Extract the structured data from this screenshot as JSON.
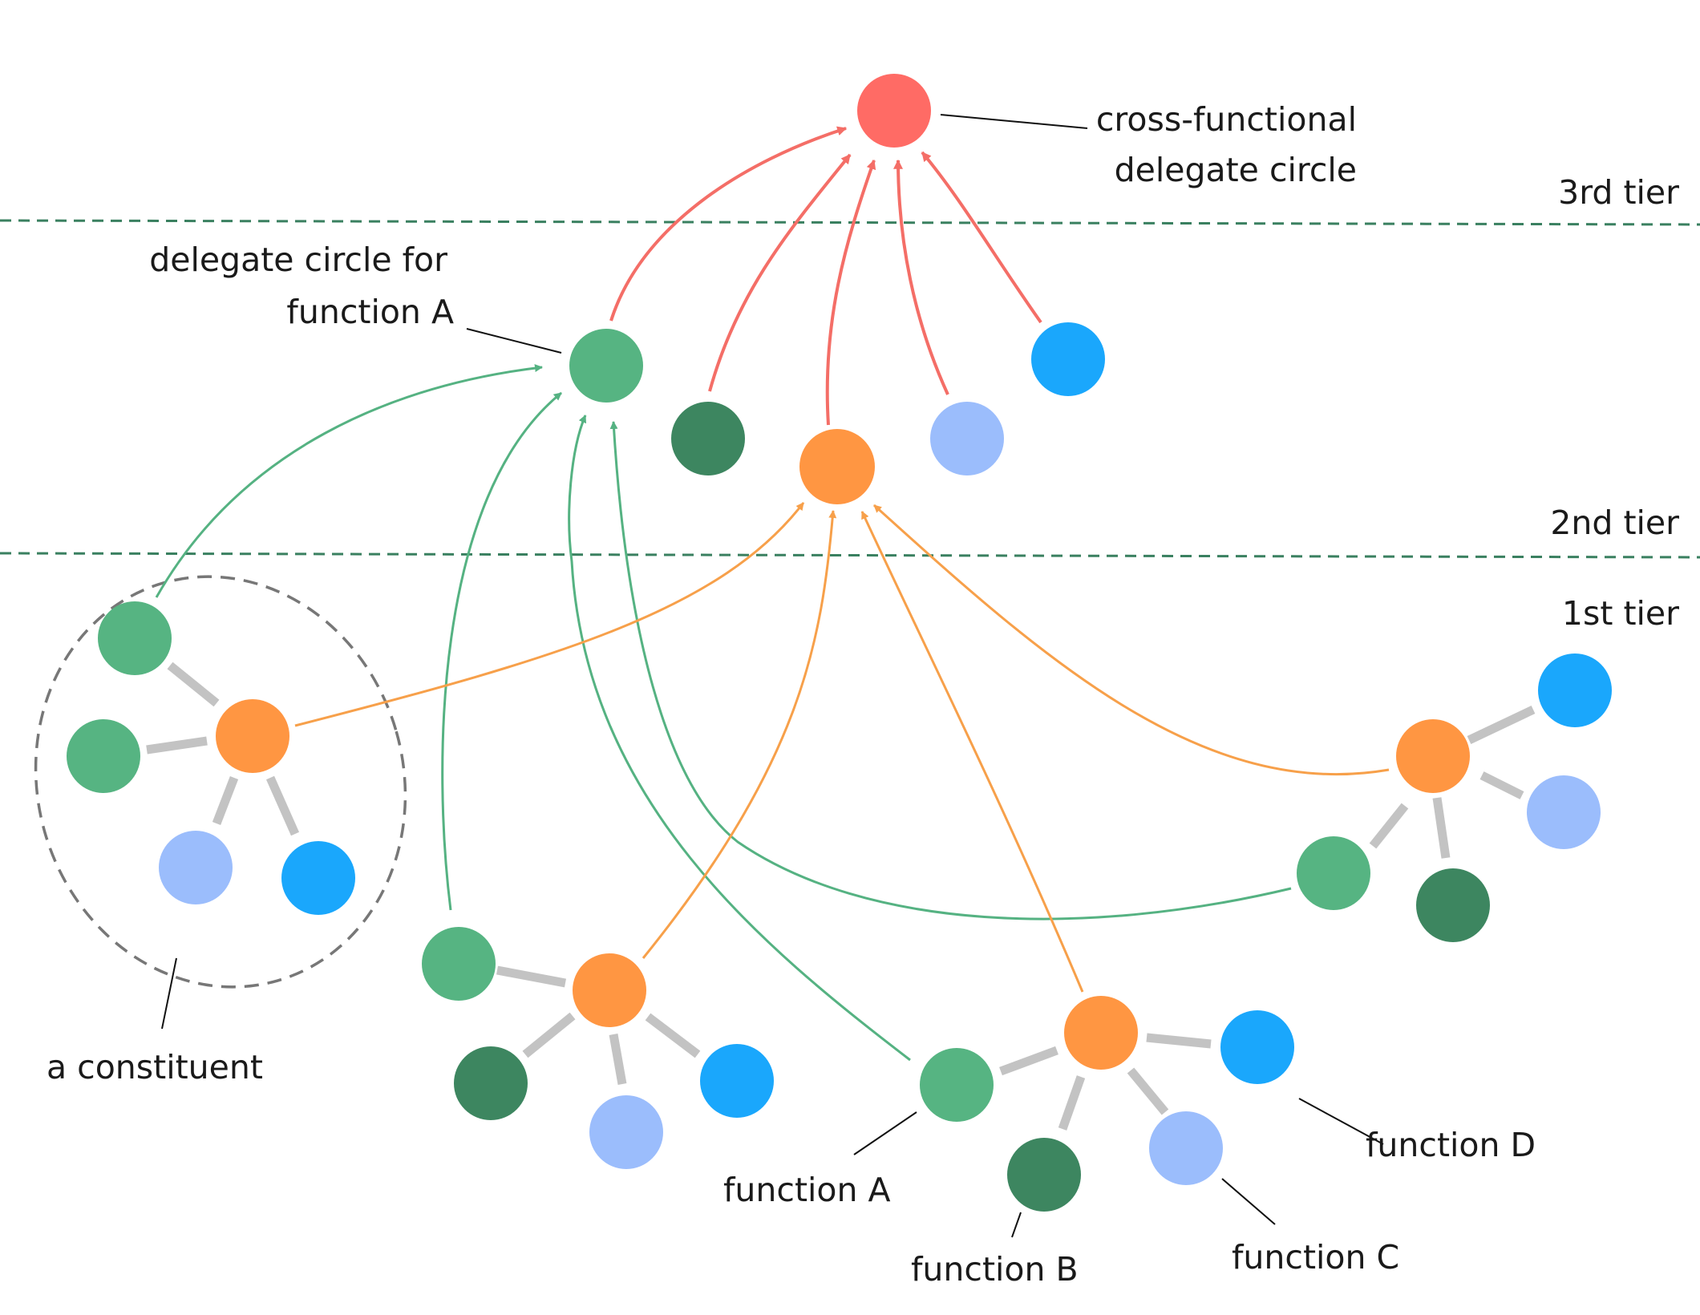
{
  "colors": {
    "function_a": "#56b482",
    "function_b": "#3d8660",
    "function_c": "#9bbdfc",
    "function_d": "#1aa7fc",
    "delegate": "#ff9642",
    "cross_functional": "#ff6b65",
    "tier_line": "#3a8060",
    "link": "#c3c3c3",
    "arrow_green": "#55b282",
    "arrow_orange": "#f7a04a",
    "arrow_red": "#f46e67"
  },
  "tiers": {
    "tier3": "3rd tier",
    "tier2": "2nd tier",
    "tier1": "1st tier"
  },
  "labels": {
    "cross_functional_line1": "cross-functional",
    "cross_functional_line2": "delegate circle",
    "delegate_a_line1": "delegate circle for",
    "delegate_a_line2": "function  A",
    "constituent": "a constituent",
    "function_a": "function A",
    "function_b": "function B",
    "function_c": "function C",
    "function_d": "function D"
  }
}
